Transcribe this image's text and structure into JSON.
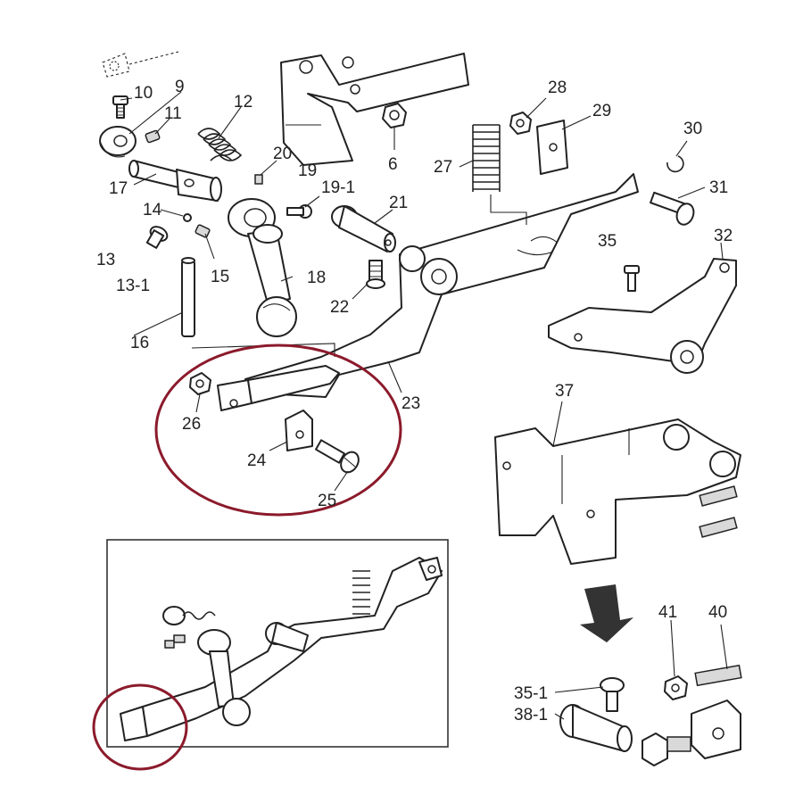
{
  "colors": {
    "highlight": "#8b1a2b",
    "ink": "#222222",
    "arrow": "#333333"
  },
  "callouts": [
    {
      "id": "p9",
      "text": "9"
    },
    {
      "id": "p10",
      "text": "10"
    },
    {
      "id": "p11",
      "text": "11"
    },
    {
      "id": "p12",
      "text": "12"
    },
    {
      "id": "p6",
      "text": "6"
    },
    {
      "id": "p28",
      "text": "28"
    },
    {
      "id": "p29",
      "text": "29"
    },
    {
      "id": "p27",
      "text": "27"
    },
    {
      "id": "p30",
      "text": "30"
    },
    {
      "id": "p31",
      "text": "31"
    },
    {
      "id": "p17",
      "text": "17"
    },
    {
      "id": "p20",
      "text": "20"
    },
    {
      "id": "p19",
      "text": "19"
    },
    {
      "id": "p19-1",
      "text": "19-1"
    },
    {
      "id": "p21",
      "text": "21"
    },
    {
      "id": "p14",
      "text": "14"
    },
    {
      "id": "p13",
      "text": "13"
    },
    {
      "id": "p13-1",
      "text": "13-1"
    },
    {
      "id": "p15",
      "text": "15"
    },
    {
      "id": "p18",
      "text": "18"
    },
    {
      "id": "p22",
      "text": "22"
    },
    {
      "id": "p35",
      "text": "35"
    },
    {
      "id": "p32",
      "text": "32"
    },
    {
      "id": "p16",
      "text": "16"
    },
    {
      "id": "p23",
      "text": "23"
    },
    {
      "id": "p26",
      "text": "26"
    },
    {
      "id": "p24",
      "text": "24"
    },
    {
      "id": "p25",
      "text": "25"
    },
    {
      "id": "p37",
      "text": "37"
    },
    {
      "id": "p41",
      "text": "41"
    },
    {
      "id": "p40",
      "text": "40"
    },
    {
      "id": "p35-1",
      "text": "35-1"
    },
    {
      "id": "p38-1",
      "text": "38-1"
    }
  ]
}
